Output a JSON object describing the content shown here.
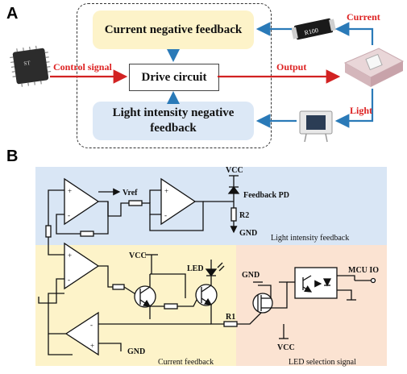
{
  "panel_a": {
    "label": "A",
    "current_feedback": "Current negative feedback",
    "drive_circuit": "Drive circuit",
    "light_feedback": "Light intensity negative feedback",
    "control_signal": "Control signal",
    "output": "Output",
    "current": "Current",
    "light": "Light",
    "resistor_marking": "R100",
    "chip_marking": "ST"
  },
  "panel_b": {
    "label": "B",
    "vcc_top": "VCC",
    "feedback_pd": "Feedback PD",
    "vref": "Vref",
    "r2": "R2",
    "gnd_top": "GND",
    "light_feedback_title": "Light intensity feedback",
    "vcc_mid": "VCC",
    "led": "LED",
    "r1": "R1",
    "gnd_opamp": "GND",
    "current_feedback_title": "Current feedback",
    "gnd_mosfet": "GND",
    "vcc_mosfet": "VCC",
    "mcu_io": "MCU IO",
    "led_selection_title": "LED selection signal"
  },
  "colors": {
    "arrow_red": "#d22222",
    "arrow_blue": "#2a7ab8",
    "yellow_region": "#fdf3c9",
    "blue_region": "#d9e6f5",
    "peach_region": "#fbe3d2"
  }
}
